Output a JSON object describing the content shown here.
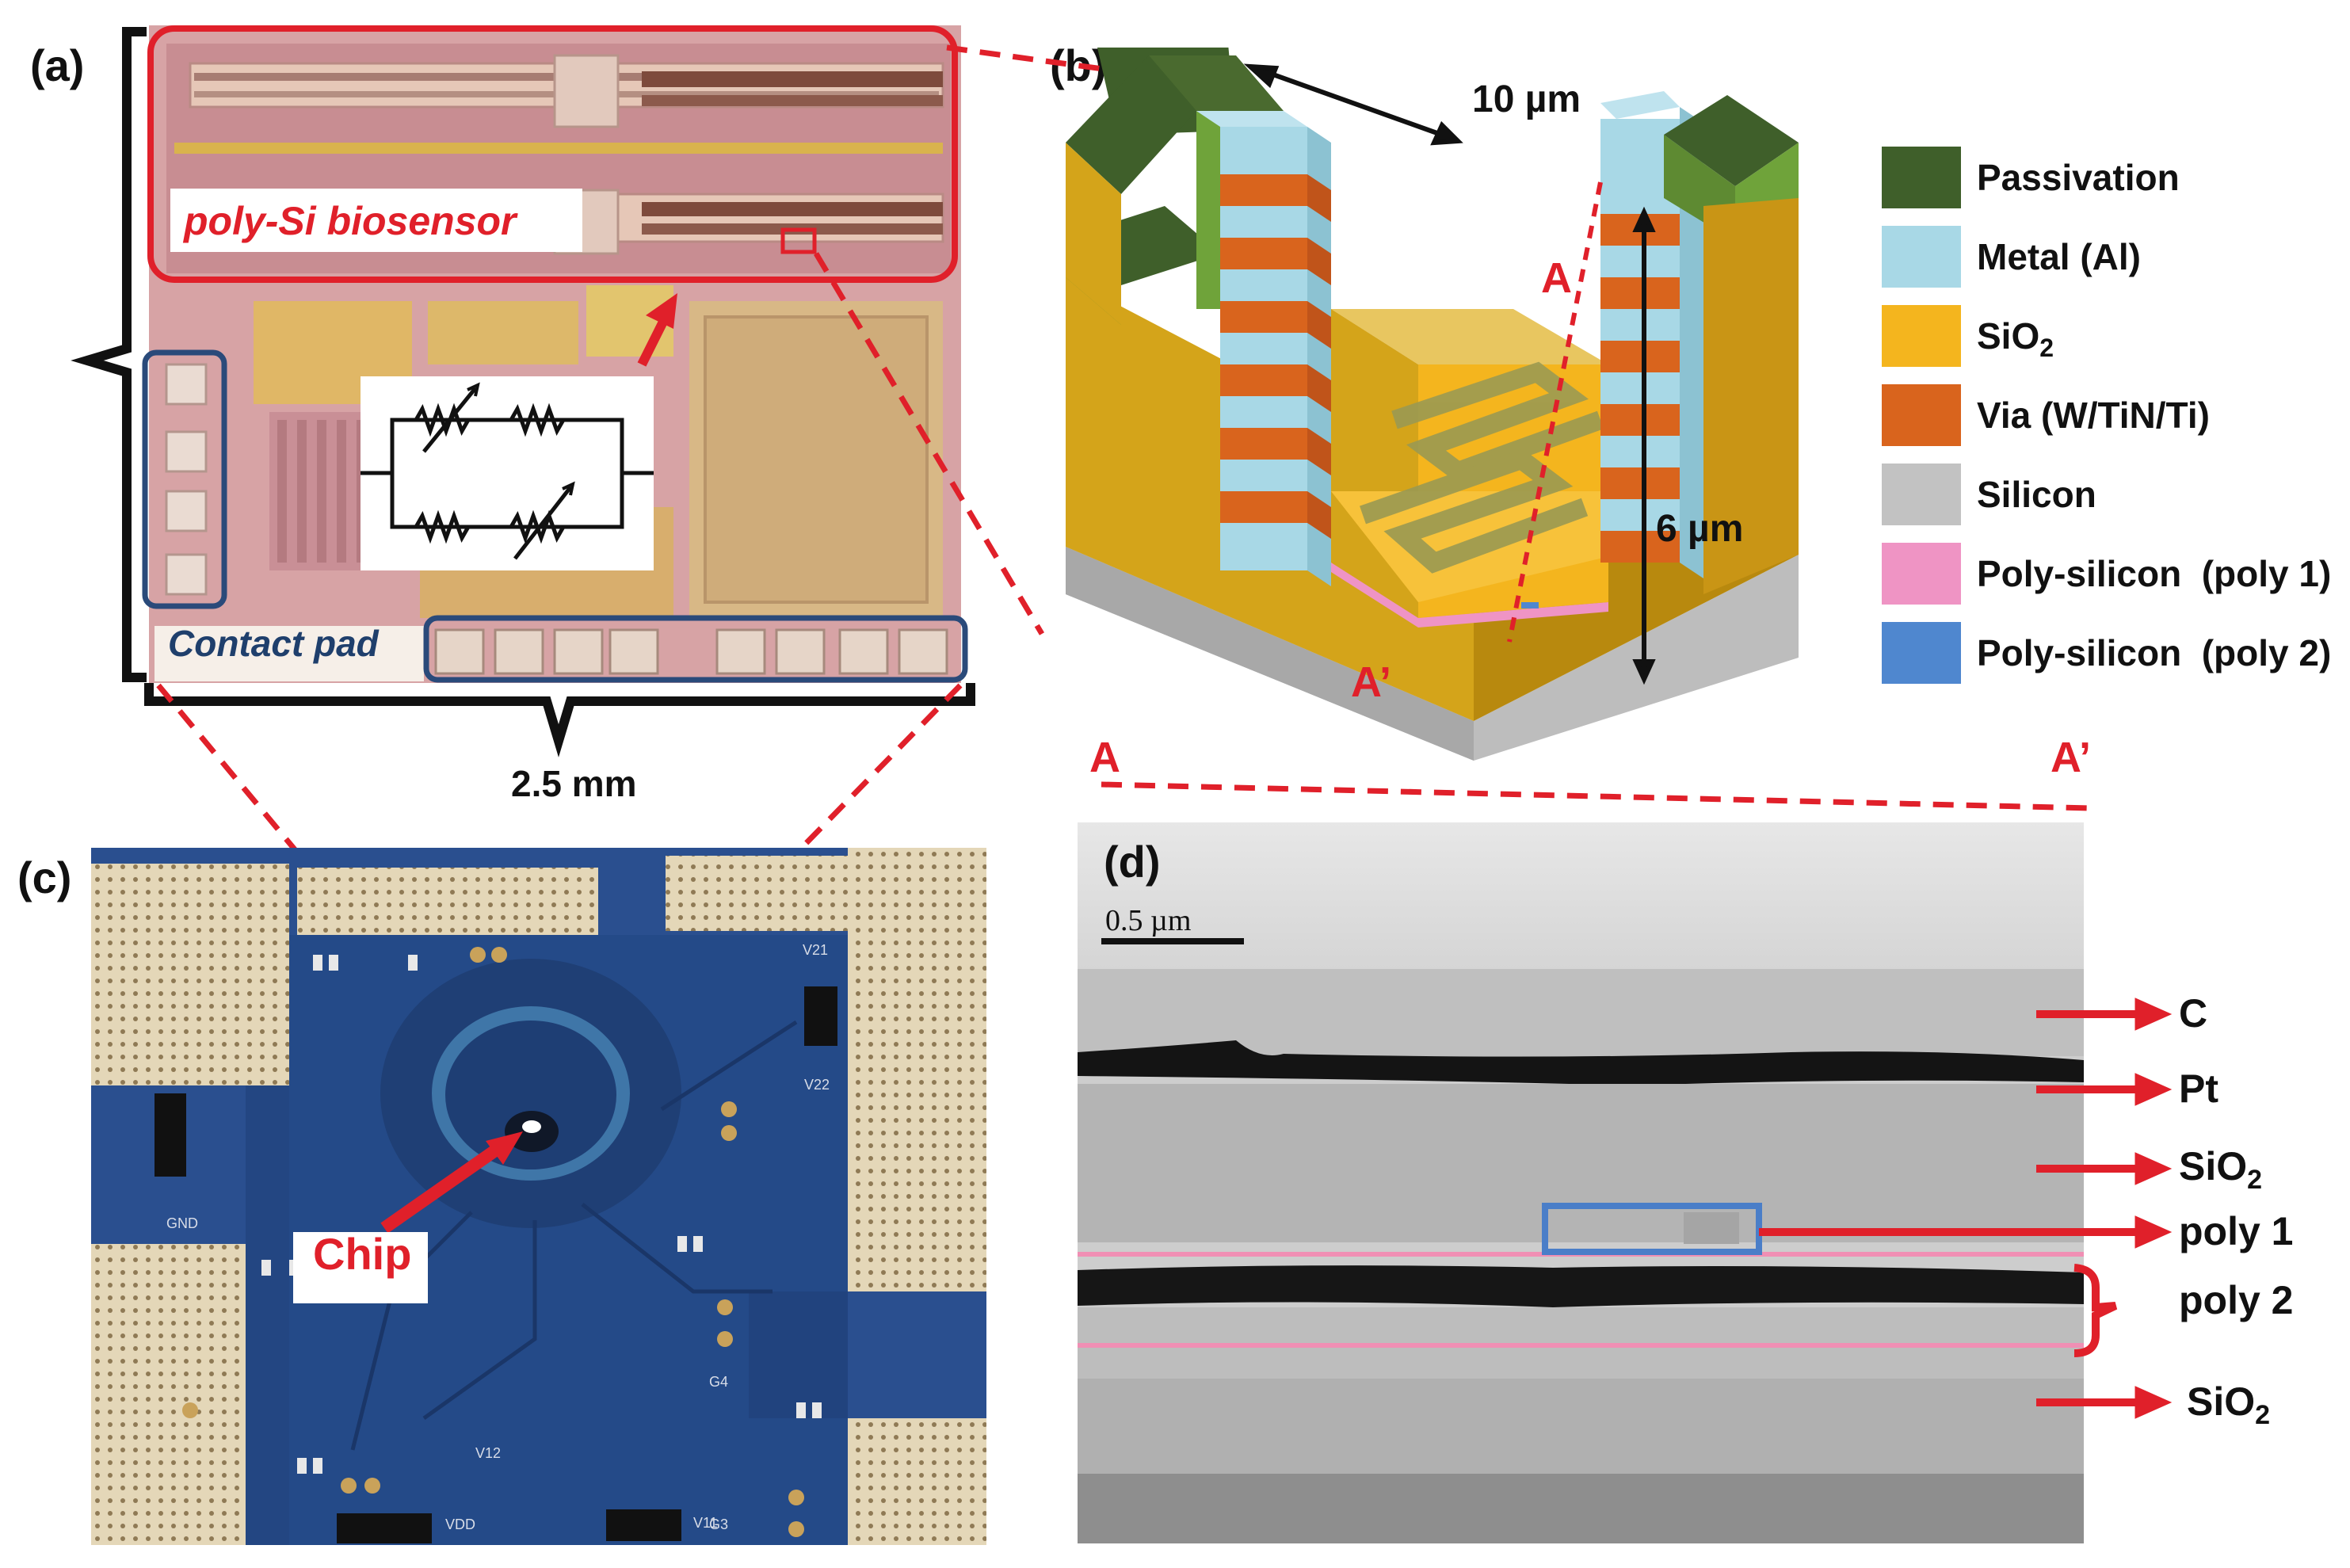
{
  "panels": {
    "a": "(a)",
    "b": "(b)",
    "c": "(c)",
    "d": "(d)"
  },
  "panel_a": {
    "biosensor_label": "poly-Si biosensor",
    "contact_pad_label": "Contact pad",
    "width_label": "2.5 mm"
  },
  "panel_b": {
    "width_label": "10 µm",
    "height_label": "6 µm",
    "section_start": "A",
    "section_end": "A’",
    "legend": [
      {
        "label": "Passivation",
        "color": "#3f5f2a"
      },
      {
        "label": "Metal (Al)",
        "color": "#a8d8e6"
      },
      {
        "label": "SiO",
        "sub": "2",
        "color": "#f4b51e"
      },
      {
        "label": "Via (W/TiN/Ti)",
        "color": "#d9641d"
      },
      {
        "label": "Silicon",
        "color": "#c2c2c2"
      },
      {
        "label": "Poly-silicon  (poly 1)",
        "color": "#ef94c4"
      },
      {
        "label": "Poly-silicon  (poly 2)",
        "color": "#4f87cf"
      }
    ]
  },
  "panel_c": {
    "chip_label": "Chip",
    "board_marks": [
      "V21",
      "V22",
      "GND",
      "G4",
      "G3",
      "V12",
      "VDD",
      "V11"
    ]
  },
  "panel_d": {
    "section_start": "A",
    "section_end": "A’",
    "scale_label": "0.5 µm",
    "layers": [
      "C",
      "Pt",
      "SiO",
      "poly 1",
      "poly 2",
      "SiO"
    ],
    "layer_subs": [
      "",
      "",
      "2",
      "",
      "",
      "2"
    ]
  }
}
